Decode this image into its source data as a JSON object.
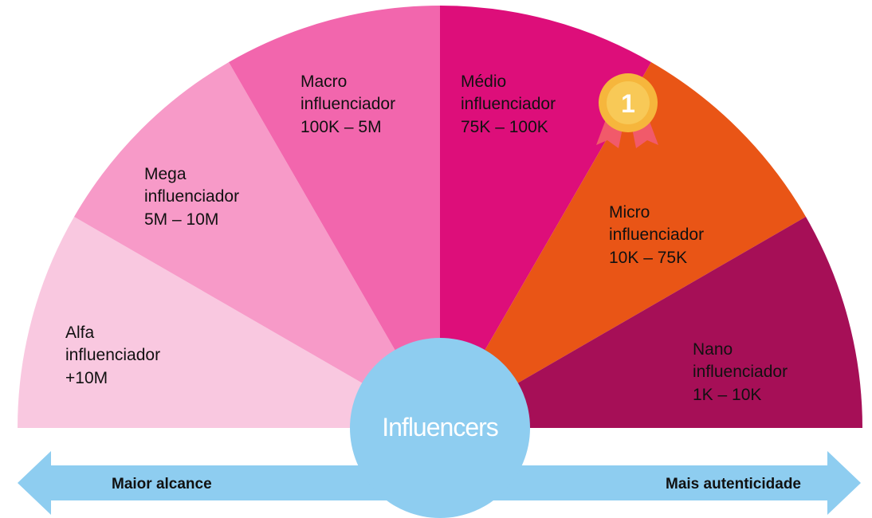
{
  "segments": [
    {
      "line1": "Alfa",
      "line2": "influenciador",
      "range": "+10M",
      "color": "#F9C8E0"
    },
    {
      "line1": "Mega",
      "line2": "influenciador",
      "range": "5M –  10M",
      "color": "#F79AC8"
    },
    {
      "line1": "Macro",
      "line2": "influenciador",
      "range": "100K –  5M",
      "color": "#F266AD"
    },
    {
      "line1": "Médio",
      "line2": "influenciador",
      "range": "75K –  100K",
      "color": "#DD0E7A"
    },
    {
      "line1": "Micro",
      "line2": "influenciador",
      "range": "10K –  75K",
      "color": "#E95516"
    },
    {
      "line1": "Nano",
      "line2": "influenciador",
      "range": "1K – 10K",
      "color": "#A60F57"
    }
  ],
  "center": {
    "label": "Influencers",
    "color": "#8ECDF0"
  },
  "arrow": {
    "left_label": "Maior alcance",
    "right_label": "Mais autenticidade",
    "color": "#8ECDF0"
  },
  "medal": {
    "icon": "first-place-medal-icon",
    "text": "1",
    "color": "#F6B63C",
    "ribbon_color": "#F15A6A"
  }
}
